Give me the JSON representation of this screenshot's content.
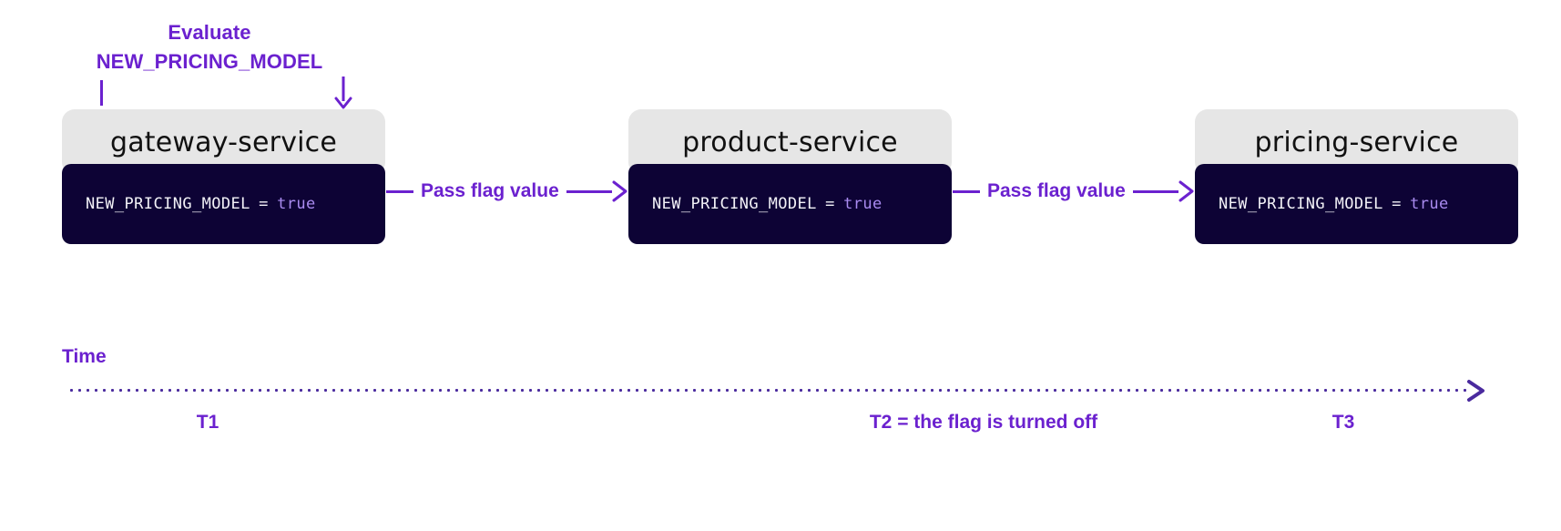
{
  "annotation": {
    "line1": "Evaluate",
    "line2": "NEW_PRICING_MODEL"
  },
  "services": [
    {
      "name": "gateway-service",
      "flag_key": "NEW_PRICING_MODEL",
      "equals": "=",
      "flag_value": "true"
    },
    {
      "name": "product-service",
      "flag_key": "NEW_PRICING_MODEL",
      "equals": "=",
      "flag_value": "true"
    },
    {
      "name": "pricing-service",
      "flag_key": "NEW_PRICING_MODEL",
      "equals": "=",
      "flag_value": "true"
    }
  ],
  "connectors": [
    {
      "label": "Pass flag value"
    },
    {
      "label": "Pass flag value"
    }
  ],
  "timeline": {
    "axis_label": "Time",
    "ticks": [
      {
        "label": "T1"
      },
      {
        "label": "T2 = the flag is turned off"
      },
      {
        "label": "T3"
      }
    ]
  },
  "colors": {
    "accent_purple": "#6b21cf",
    "axis_purple": "#4a2a9e",
    "card_header_gray": "#e6e6e6",
    "code_navy": "#0d0335",
    "code_text": "#f2f2f7",
    "code_value": "#a98bf0",
    "background": "#ffffff"
  }
}
